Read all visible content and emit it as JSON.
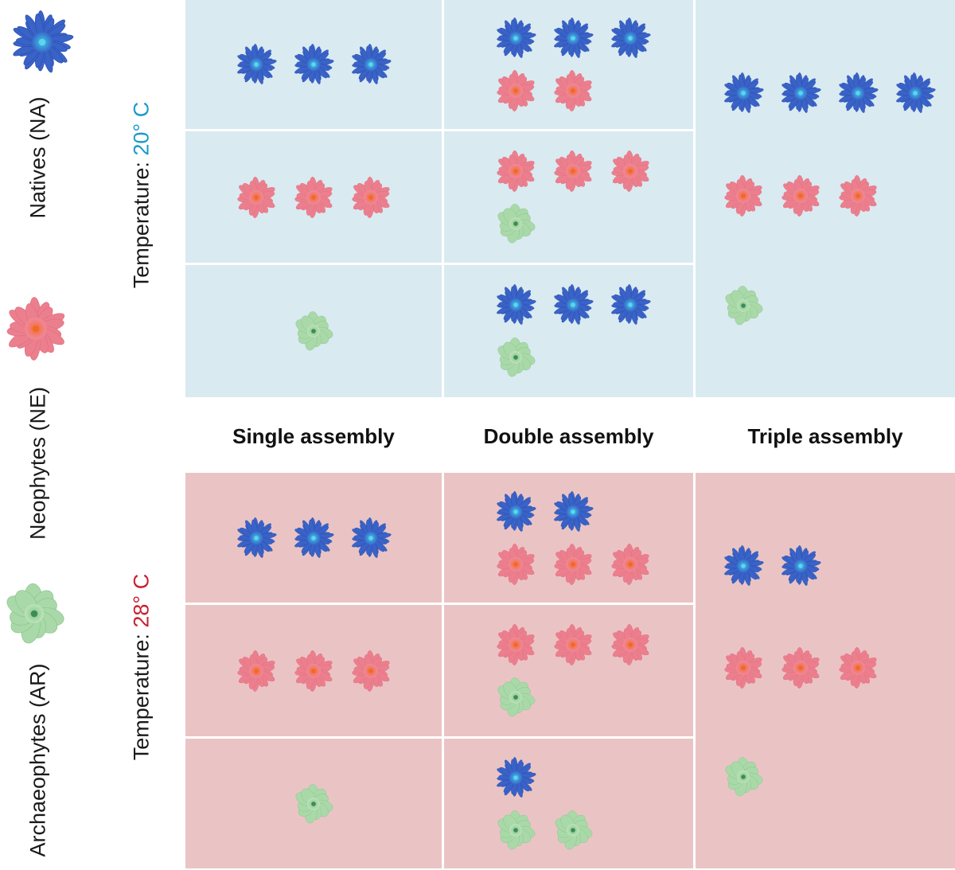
{
  "legend": {
    "natives": "Natives (NA)",
    "neophytes": "Neophytes (NE)",
    "archaeophytes": "Archaeophytes (AR)"
  },
  "temperature": {
    "prefix": "Temperature: ",
    "cool": {
      "value": "20° C",
      "color": "#1a9ac9",
      "panel_color": "#d9eaf1"
    },
    "warm": {
      "value": "28° C",
      "color": "#c8202f",
      "panel_color": "#eac4c4"
    }
  },
  "columns": [
    "Single assembly",
    "Double assembly",
    "Triple assembly"
  ],
  "flower_colors": {
    "natives": "#3a63c8",
    "neophytes": "#ec7f8e",
    "archaeophytes": "#a9d9a8"
  },
  "cool_panel": {
    "single": [
      {
        "natives": 3
      },
      {
        "neophytes": 3
      },
      {
        "archaeophytes": 1
      }
    ],
    "double": [
      {
        "natives": 3,
        "neophytes": 2
      },
      {
        "neophytes": 3,
        "archaeophytes": 1
      },
      {
        "natives": 3,
        "archaeophytes": 1
      }
    ],
    "triple": {
      "natives": 4,
      "neophytes": 3,
      "archaeophytes": 1
    }
  },
  "warm_panel": {
    "single": [
      {
        "natives": 3
      },
      {
        "neophytes": 3
      },
      {
        "archaeophytes": 1
      }
    ],
    "double": [
      {
        "natives": 2,
        "neophytes": 3
      },
      {
        "neophytes": 3,
        "archaeophytes": 1
      },
      {
        "natives": 1,
        "archaeophytes": 2
      }
    ],
    "triple": {
      "natives": 2,
      "neophytes": 3,
      "archaeophytes": 1
    }
  }
}
